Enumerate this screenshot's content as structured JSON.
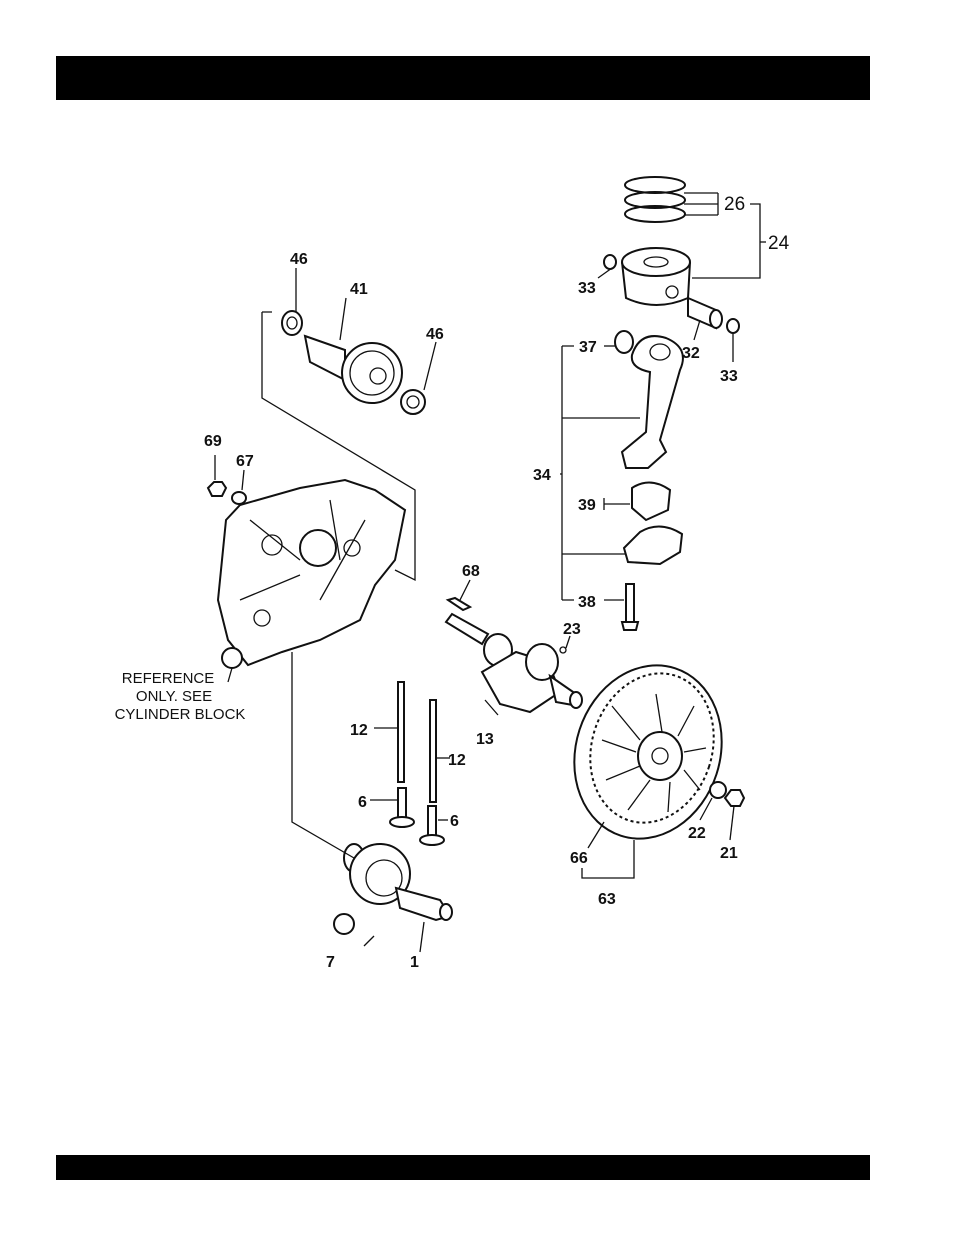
{
  "callouts": {
    "c1": "1",
    "c6a": "6",
    "c6b": "6",
    "c7": "7",
    "c12a": "12",
    "c12b": "12",
    "c13": "13",
    "c21": "21",
    "c22": "22",
    "c23": "23",
    "c24": "24",
    "c26": "26",
    "c32": "32",
    "c33a": "33",
    "c33b": "33",
    "c34": "34",
    "c37": "37",
    "c38": "38",
    "c39": "39",
    "c41": "41",
    "c46a": "46",
    "c46b": "46",
    "c63": "63",
    "c66": "66",
    "c67": "67",
    "c68": "68",
    "c69": "69"
  },
  "note": {
    "line1": "REFERENCE",
    "line2": "ONLY. SEE",
    "line3": "CYLINDER BLOCK"
  }
}
